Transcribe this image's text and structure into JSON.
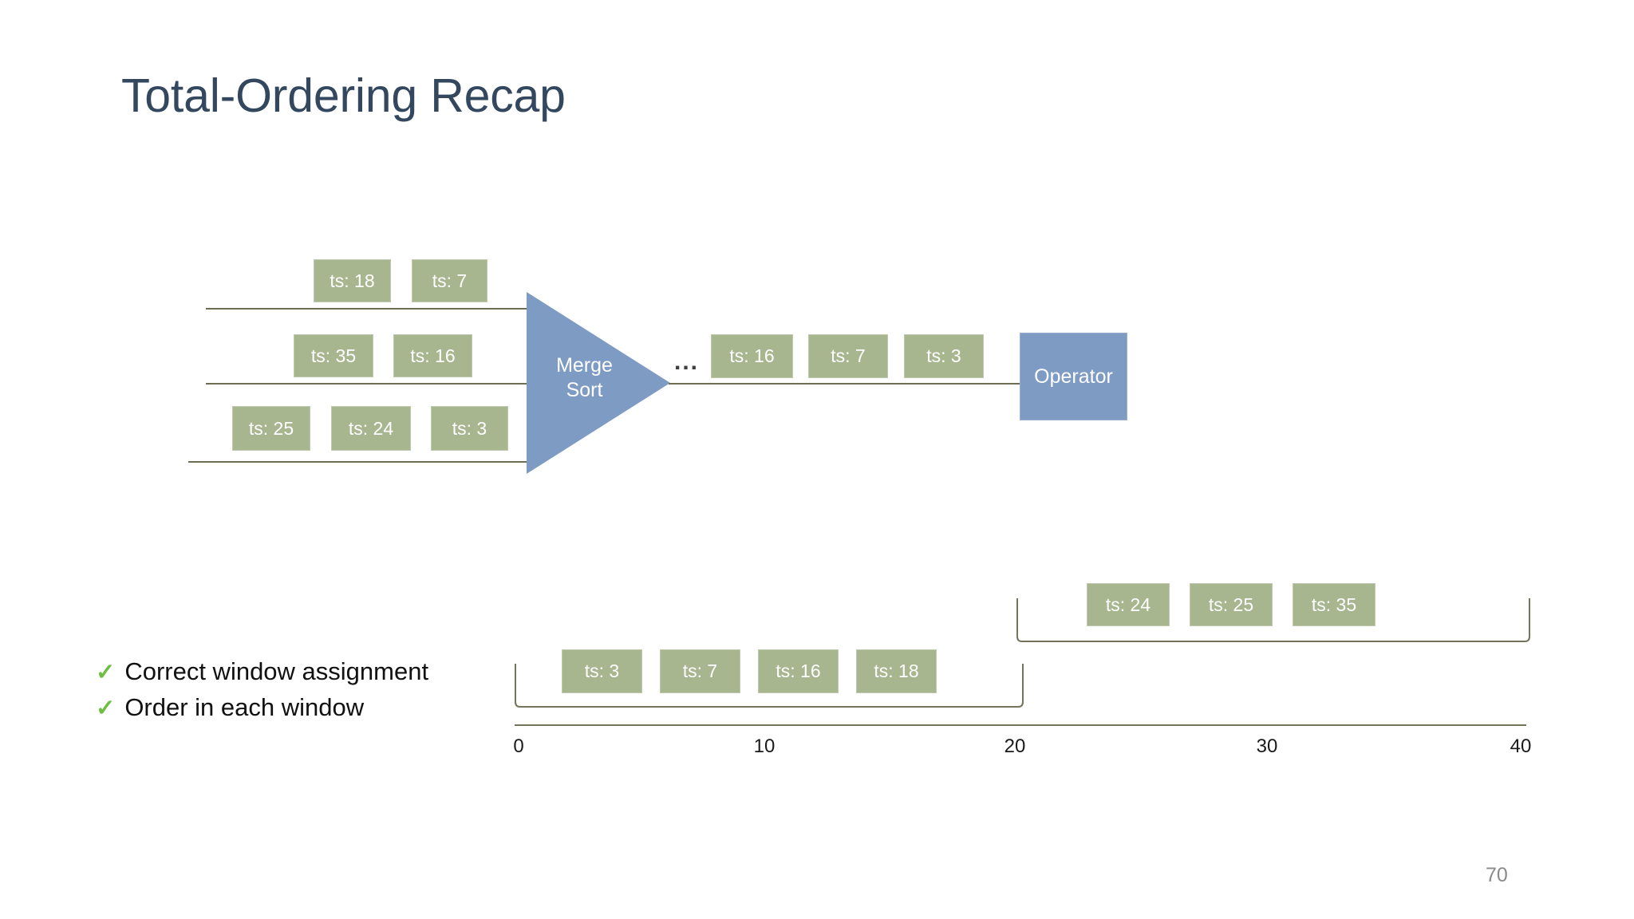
{
  "slide": {
    "title": "Total-Ordering Recap",
    "page_number": "70",
    "background_color": "#ffffff",
    "title_color": "#33485f",
    "box_color": "#a8b68f",
    "shape_color": "#7e9bc4",
    "check_color": "#6fbe44",
    "line_color": "#6d6d53"
  },
  "pipeline": {
    "merge_sort": {
      "label_line1": "Merge",
      "label_line2": "Sort",
      "icon": "triangle-right-icon"
    },
    "ellipsis": "...",
    "operator": {
      "label": "Operator",
      "icon": "operator-box-icon"
    },
    "input_streams": [
      {
        "name": "stream-1",
        "events": [
          "ts: 18",
          "ts: 7"
        ]
      },
      {
        "name": "stream-2",
        "events": [
          "ts: 35",
          "ts: 16"
        ]
      },
      {
        "name": "stream-3",
        "events": [
          "ts: 25",
          "ts: 24",
          "ts: 3"
        ]
      }
    ],
    "output_stream": {
      "name": "merged-stream",
      "events": [
        "ts: 16",
        "ts: 7",
        "ts: 3"
      ]
    }
  },
  "bullets": [
    {
      "check": "✓",
      "text": "Correct window assignment"
    },
    {
      "check": "✓",
      "text": "Order in each window"
    }
  ],
  "timeline": {
    "ticks": [
      "0",
      "10",
      "20",
      "30",
      "40"
    ],
    "axis_min": 0,
    "axis_max": 40,
    "windows": [
      {
        "name": "window-0-20",
        "range": [
          0,
          20
        ],
        "events": [
          "ts: 3",
          "ts: 7",
          "ts: 16",
          "ts: 18"
        ]
      },
      {
        "name": "window-20-40",
        "range": [
          20,
          40
        ],
        "events": [
          "ts: 24",
          "ts: 25",
          "ts: 35"
        ]
      }
    ]
  }
}
